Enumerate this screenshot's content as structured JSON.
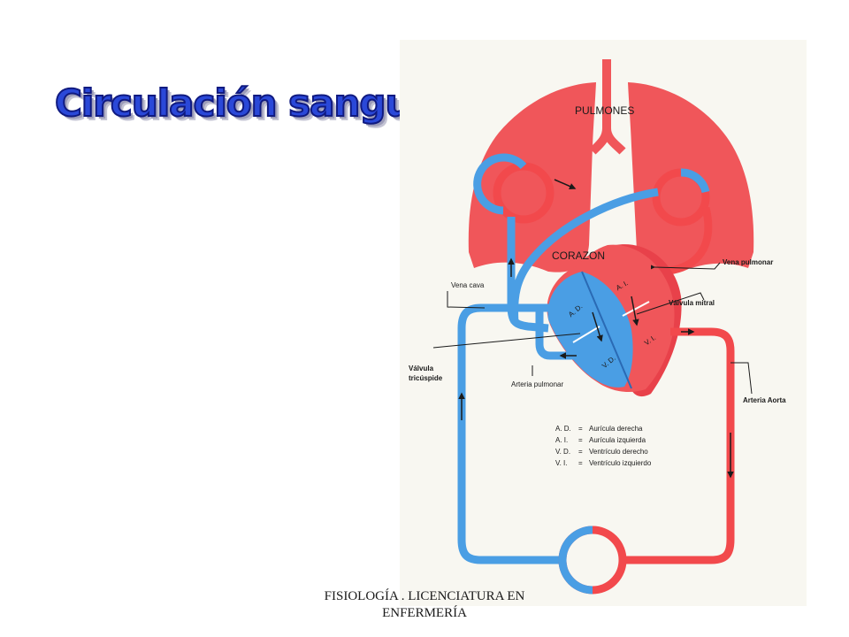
{
  "slide": {
    "title": "Circulación sanguínea",
    "footer_line1": "FISIOLOGÍA . LICENCIATURA EN",
    "footer_line2": "ENFERMERÍA"
  },
  "diagram": {
    "labels": {
      "lungs": "PULMONES",
      "heart": "CORAZON",
      "pulmonary_vein": "Vena pulmonar",
      "vena_cava": "Vena cava",
      "mitral_valve": "Válvula mitral",
      "tricuspid_valve_line1": "Válvula",
      "tricuspid_valve_line2": "tricúspide",
      "pulmonary_artery": "Arteria pulmonar",
      "aorta": "Arteria Aorta",
      "right_atrium": "A. D.",
      "left_atrium": "A. I.",
      "right_ventricle": "V. D.",
      "left_ventricle": "V. I."
    },
    "legend": [
      {
        "abbr": "A. D.",
        "sep": "=",
        "text": "Aurícula derecha"
      },
      {
        "abbr": "A. I.",
        "sep": "=",
        "text": "Aurícula izquierda"
      },
      {
        "abbr": "V. D.",
        "sep": "=",
        "text": "Ventrículo derecho"
      },
      {
        "abbr": "V. I.",
        "sep": "=",
        "text": "Ventrículo izquierdo"
      }
    ],
    "colors": {
      "oxygenated": "#f2494c",
      "deoxygenated": "#4a9ee4",
      "organ": "#f0565a",
      "panel": "#f8f7f1"
    }
  }
}
